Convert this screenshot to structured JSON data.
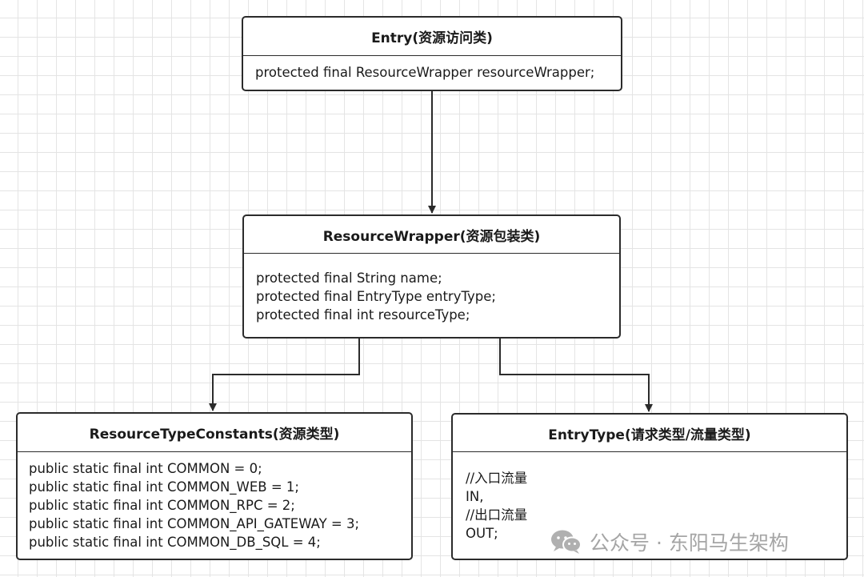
{
  "entry": {
    "title": "Entry(资源访问类)",
    "fields": [
      "protected final ResourceWrapper resourceWrapper;"
    ]
  },
  "wrapper": {
    "title": "ResourceWrapper(资源包装类)",
    "fields": [
      "protected final String name;",
      "protected final EntryType entryType;",
      "protected final int resourceType;"
    ]
  },
  "constants": {
    "title": "ResourceTypeConstants(资源类型)",
    "fields": [
      "public static final int COMMON = 0;",
      "public static final int COMMON_WEB = 1;",
      "public static final int COMMON_RPC = 2;",
      "public static final int COMMON_API_GATEWAY = 3;",
      "public static final int COMMON_DB_SQL = 4;"
    ]
  },
  "entrytype": {
    "title": "EntryType(请求类型/流量类型)",
    "fields": [
      "//入口流量",
      "IN,",
      "//出口流量",
      "OUT;"
    ]
  },
  "watermark": {
    "icon": "wechat-icon",
    "text": "公众号 · 东阳马生架构"
  }
}
